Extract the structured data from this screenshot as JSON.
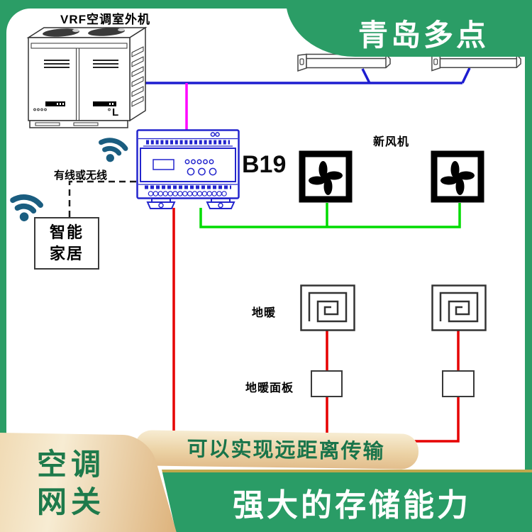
{
  "header": {
    "brand": "青岛多点"
  },
  "diagram": {
    "outdoor_unit_label": "VRF空调室外机",
    "outdoor_unit_mark": "L",
    "controller_model": "B19",
    "link_label": "有线或无线",
    "smart_home_line1": "智能",
    "smart_home_line2": "家居",
    "fresh_air_label": "新风机",
    "floor_heating_label": "地暖",
    "heating_panel_label": "地暖面板"
  },
  "footer": {
    "gateway_line1": "空调",
    "gateway_line2": "网关",
    "ribbon": "可以实现远距离传输",
    "storage": "强大的存储能力"
  },
  "colors": {
    "brand_green": "#2b9d66",
    "wire_blue": "#1d1dd0",
    "wire_magenta": "#ff00ff",
    "wire_red": "#e60000",
    "wire_green": "#00dc00",
    "device_blue": "#2325cd",
    "wifi_blue": "#1a5d80",
    "ribbon_tan": "#e8c795",
    "accent_gold": "#bfa84c",
    "footer_text_green": "#1e7a4b"
  }
}
